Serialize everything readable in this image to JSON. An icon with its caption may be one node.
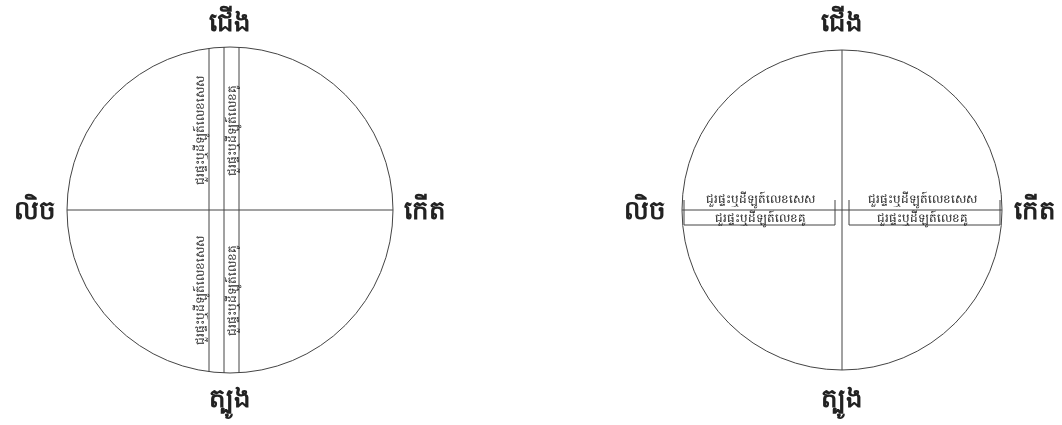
{
  "diagram": {
    "labels": [
      "ជើង",
      "ជួរផ្ទះឬដីឡូត៍លេខសេស",
      "ជួរផ្ទះឬដីឡូត៍លេខគូ",
      "លិច",
      "កើត",
      "ជួរផ្ទះឬដីឡូត៍លេខសេស",
      "ជួរផ្ទះឬដីឡូត៍លេខគូ",
      "ត្បូង",
      "ជើង",
      "ជួរផ្ទះឬដីឡូត៍លេខសេស",
      "ជួរផ្ទះឬដីឡូត៍លេខសេស",
      "លិច",
      "កើត",
      "ជួរផ្ទះឬដីឡូត៍លេខគូ",
      "ជួរផ្ទះឬដីឡូត៍លេខគូ",
      "ត្បូង"
    ]
  }
}
